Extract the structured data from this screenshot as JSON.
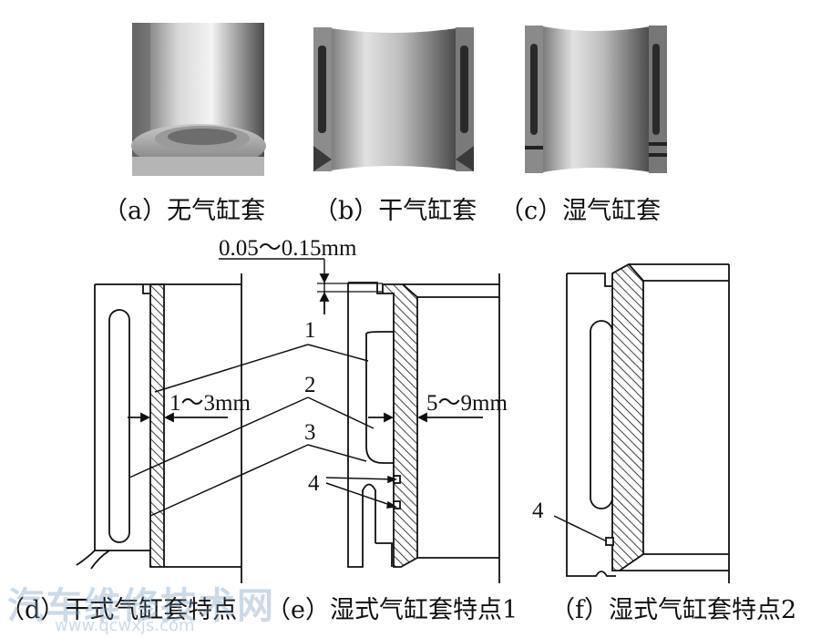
{
  "photo_captions": {
    "a": "（a）无气缸套",
    "b": "（b）干气缸套",
    "c": "（c）湿气缸套"
  },
  "dimensions": {
    "gap": "0.05～0.15mm",
    "dry_thickness": "1～3mm",
    "wet_thickness": "5～9mm"
  },
  "callouts": {
    "c1": "1",
    "c2": "2",
    "c3": "3",
    "c4_e": "4",
    "c4_f": "4"
  },
  "drawing_captions": {
    "d": "（d）干式气缸套特点",
    "e": "（e）湿式气缸套特点1",
    "f": "（f）湿式气缸套特点2"
  },
  "watermark": {
    "text": "汽车维修技术网",
    "url": "www.qcwxjs.com"
  }
}
